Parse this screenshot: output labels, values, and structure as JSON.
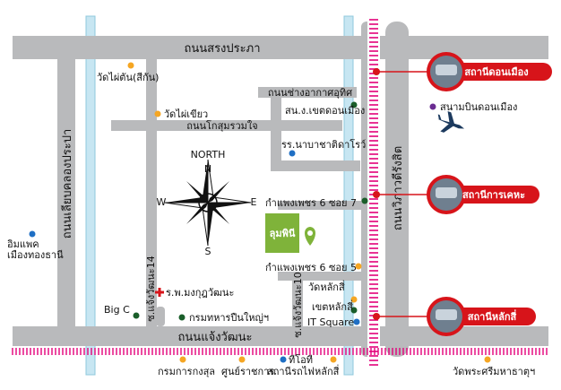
{
  "roads": {
    "top": "ถนนสรงประภา",
    "bottom": "ถนนแจ้งวัฒนะ",
    "left_vertical": "ถนนเลียบคลองประปา",
    "right_vertical": "ถนนวิภาวดีรังสิต",
    "mid_horizontal": "ถนนโกสุมรวมใจ",
    "small_horizontal": "ถนนช่างอากาศอุทิศ",
    "soi7": "กำแพงเพชร 6 ซอย 7",
    "soi5": "กำแพงเพชร 6 ซอย 5",
    "soi14": "ซ.แจ้งวัฒนะ14",
    "soi10": "ซ.แจ้งวัฒนะ10"
  },
  "places": {
    "wat_phai_tan": "วัดไผ่ตัน(สีกัน)",
    "wat_phai_khiao": "วัดไผ่เขียว",
    "police": "สน.ง.เขตดอนเมือง",
    "school": "รร.นาบาชาติดาโรว์",
    "impact": "อิมแพค\nเมืองทองธานี",
    "hospital": "ร.พ.มงกุฎวัฒนะ",
    "army": "กรมทหารปืนใหญ่ฯ",
    "big_c": "Big C",
    "wat_laksi": "วัดหลักสี่",
    "laksi_district": "เขตหลักสี่",
    "it_square": "IT Square",
    "tot": "ทีโอที",
    "laksi_rail": "สถานีรถไฟหลักสี่",
    "border_dept": "กรมการกงสุล",
    "govt_center": "ศูนย์ราชการ",
    "wat_phra_si": "วัดพระศรีมหาธาตุฯ",
    "airport": "สนามบินดอนเมือง"
  },
  "stations": {
    "don_mueang": "สถานีดอนเมือง",
    "kan_kheha": "สถานีการเคหะ",
    "laksi": "สถานีหลักสี่"
  },
  "compass": {
    "north": "NORTH",
    "n": "N",
    "e": "E",
    "w": "W",
    "s": "S"
  },
  "logo": {
    "name": "ลุมพินี",
    "sub": ""
  },
  "colors": {
    "road": "#b9babc",
    "water": "#c7e6f2",
    "rail": "#e3007a",
    "station": "#d7141a",
    "temple": "#f5a623",
    "gov": "#1a5e2a",
    "blue_dot": "#1f6fc4",
    "purple_dot": "#6a2c91",
    "logo_green": "#7fb33a"
  }
}
